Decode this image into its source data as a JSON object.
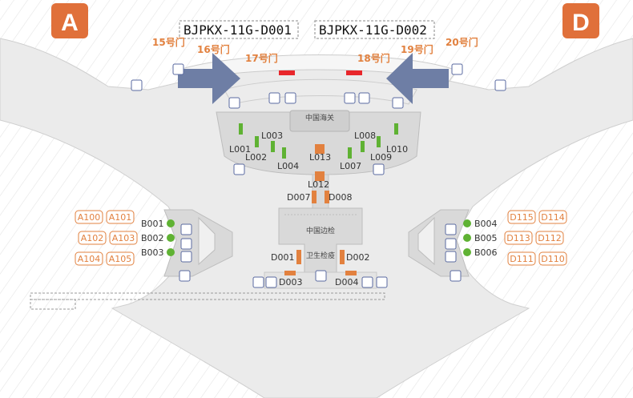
{
  "piers": {
    "left_letter": "A",
    "right_letter": "D"
  },
  "callouts": {
    "left": "BJPKX-11G-D001",
    "right": "BJPKX-11G-D002"
  },
  "gates": {
    "g15": "15号门",
    "g16": "16号门",
    "g17": "17号门",
    "g18": "18号门",
    "g19": "19号门",
    "g20": "20号门"
  },
  "zones": {
    "customs": "中国海关",
    "border": "中国边检",
    "quarantine": "卫生检疫"
  },
  "labels": {
    "L001": "L001",
    "L002": "L002",
    "L003": "L003",
    "L004": "L004",
    "L007": "L007",
    "L008": "L008",
    "L009": "L009",
    "L010": "L010",
    "L012": "L012",
    "L013": "L013",
    "D001": "D001",
    "D002": "D002",
    "D003": "D003",
    "D004": "D004",
    "D007": "D007",
    "D008": "D008",
    "B001": "B001",
    "B002": "B002",
    "B003": "B003",
    "B004": "B004",
    "B005": "B005",
    "B006": "B006"
  },
  "counters_left": [
    "A100",
    "A101",
    "A102",
    "A103",
    "A104",
    "A105"
  ],
  "counters_right": [
    "D115",
    "D114",
    "D113",
    "D112",
    "D111",
    "D110"
  ],
  "colors": {
    "accent": "#e2813f",
    "letter_bg": "#e0703a",
    "arrow": "#6e7ea5",
    "door": "#e8262b",
    "green": "#5fb233"
  }
}
